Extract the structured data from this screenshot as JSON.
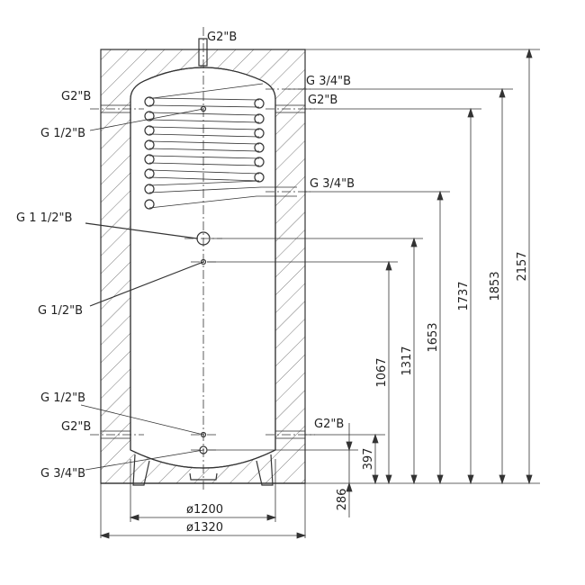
{
  "connections": {
    "top": "G2\"B",
    "left_upper": "G2\"B",
    "right_upper": "G2\"B",
    "coil_inlet": "G 3/4\"B",
    "coil_outlet": "G 3/4\"B",
    "sensor_upper": "G 1/2\"B",
    "heater": "G 1 1/2\"B",
    "sensor_middle": "G 1/2\"B",
    "sensor_lower": "G 1/2\"B",
    "left_lower": "G2\"B",
    "right_lower": "G2\"B",
    "drain": "G 3/4\"B"
  },
  "dimensions": {
    "height_total": "2157",
    "height_1853": "1853",
    "height_1737": "1737",
    "height_1653": "1653",
    "height_1317": "1317",
    "height_1067": "1067",
    "height_397": "397",
    "height_286": "286",
    "diameter_inner": "ø1200",
    "diameter_outer": "ø1320"
  }
}
